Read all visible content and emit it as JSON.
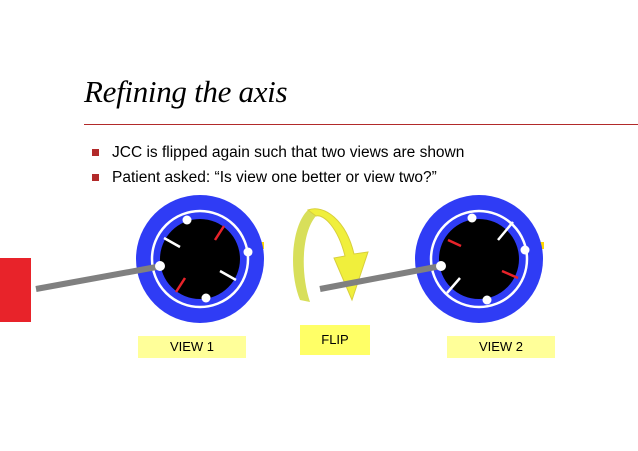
{
  "slide": {
    "title": "Refining the axis",
    "bullets": [
      "JCC is flipped again such that two views are shown",
      "Patient asked: “Is view one better or view two?”"
    ],
    "labels": {
      "view1": "VIEW 1",
      "flip": "FLIP",
      "view2": "VIEW 2"
    }
  },
  "colors": {
    "accent_red": "#b22a2a",
    "side_tab": "#e8232a",
    "lens_ring": "#2f3cf5",
    "lens_center": "#000000",
    "arrow_fill": "#d8df5a",
    "handle": "#808080",
    "label_bg": "#ffff99"
  }
}
